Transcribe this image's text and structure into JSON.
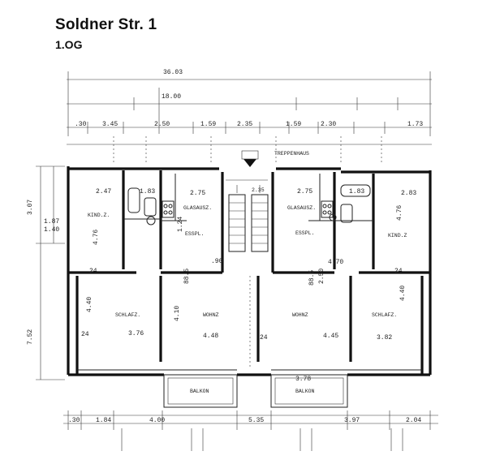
{
  "header": {
    "title": "Soldner Str. 1",
    "floor": "1.OG"
  },
  "dimensions": {
    "overall_width": "36.03",
    "inner_width": "18.00",
    "top_chain": [
      ".30",
      "3.45",
      "2.50",
      "1.59",
      "2.35",
      "1.59",
      "2.30",
      "1.73"
    ],
    "bottom_chain": [
      ".30",
      "1.84",
      "4.00",
      "5.35",
      "3.97",
      "2.04"
    ],
    "left_height_top": "3.07",
    "left_height_main": "7.52",
    "left_small": "1.87",
    "left_small_b": "1.40"
  },
  "rooms": {
    "stair": "TREPPENHAUS",
    "left_unit": {
      "kids": "KIND.Z.",
      "kitchen": "GLASAUSZ.",
      "dining": "ESSPL.",
      "bedroom": "SCHLAFZ.",
      "living": "WOHNZ",
      "balcony": "BALKON"
    },
    "right_unit": {
      "kids": "KIND.Z",
      "kitchen": "GLASAUSZ.",
      "dining": "ESSPL.",
      "bedroom": "SCHLAFZ.",
      "living": "WOHNZ",
      "balcony": "BALKON"
    }
  },
  "measures": {
    "kids_left_w": "2.47",
    "bath_left_w": "1.83",
    "kitchen_left_w": "2.75",
    "stair_w": "2.35",
    "kitchen_right_w": "2.75",
    "bath_right_w": "1.83",
    "kids_right_w": "2.83",
    "kids_left_h": "4.76",
    "kids_right_h": "4.76",
    "kitchen_left_h": "1.24",
    "dining_right_w": "4.70",
    "bed_left_h": "4.40",
    "bed_right_h": "4.40",
    "living_left_h": "4.10",
    "bed_left_w": "3.76",
    "living_left_w": "4.48",
    "living_right_w": "4.45",
    "bed_right_w": "3.82",
    "balcony_right_w": "3.78",
    "corridor_w": ".90",
    "wall_24": "24",
    "wall_885": "88.5",
    "wall_250": "2.50"
  }
}
